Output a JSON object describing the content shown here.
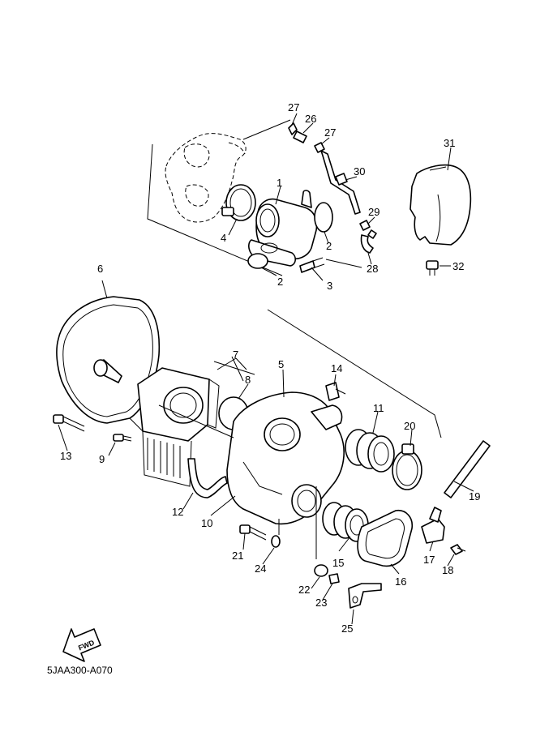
{
  "diagram": {
    "code": "5JAA300-A070",
    "fwd_label": "FWD",
    "callouts": [
      "1",
      "2",
      "2",
      "3",
      "4",
      "5",
      "6",
      "7",
      "8",
      "9",
      "10",
      "11",
      "12",
      "13",
      "14",
      "15",
      "16",
      "17",
      "18",
      "19",
      "20",
      "21",
      "22",
      "23",
      "24",
      "25",
      "26",
      "27",
      "27",
      "28",
      "29",
      "30",
      "31",
      "32"
    ]
  }
}
